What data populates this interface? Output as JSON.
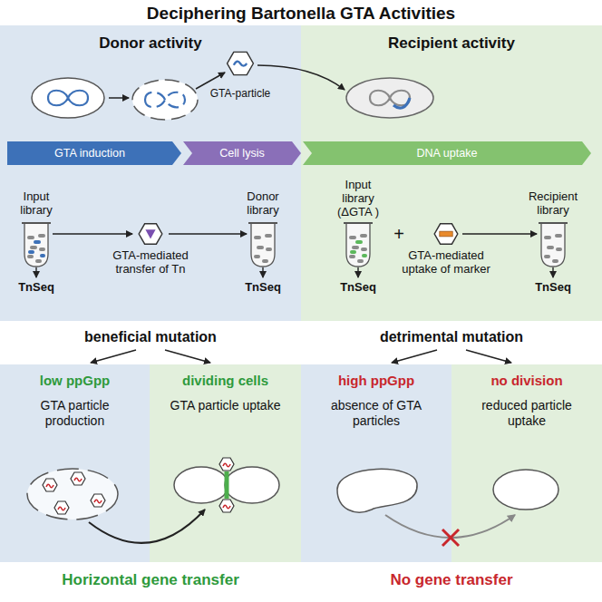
{
  "diagram": {
    "title": "Deciphering Bartonella GTA Activities",
    "nodes": [
      {
        "text": [
          "Donor activity"
        ]
      },
      {
        "text": [
          "Recipient activity"
        ]
      },
      {
        "text": [
          "GTA induction"
        ],
        "in": 0
      },
      {
        "text": [
          "Cell lysis"
        ],
        "in": 0
      },
      {
        "text": [
          "DNA uptake"
        ],
        "in": 1
      },
      {
        "text": [
          "low ppGpp",
          "GTA particle production"
        ]
      },
      {
        "text": [
          "dividing cells",
          "GTA particle uptake"
        ]
      },
      {
        "text": [
          "high ppGpp",
          "absence of GTA particles"
        ]
      },
      {
        "text": [
          "no division",
          "reduced particle uptake"
        ]
      }
    ],
    "labels": [
      "GTA-particle",
      "Input library",
      "TnSeq",
      "GTA-mediated transfer of Tn",
      "Donor library",
      "TnSeq",
      "Input library (ΔGTA )",
      "TnSeq",
      "+",
      "GTA-mediated uptake of marker",
      "Recipient library",
      "TnSeq",
      "beneficial mutation",
      "detrimental mutation",
      "Horizontal gene transfer",
      "No gene transfer"
    ]
  }
}
